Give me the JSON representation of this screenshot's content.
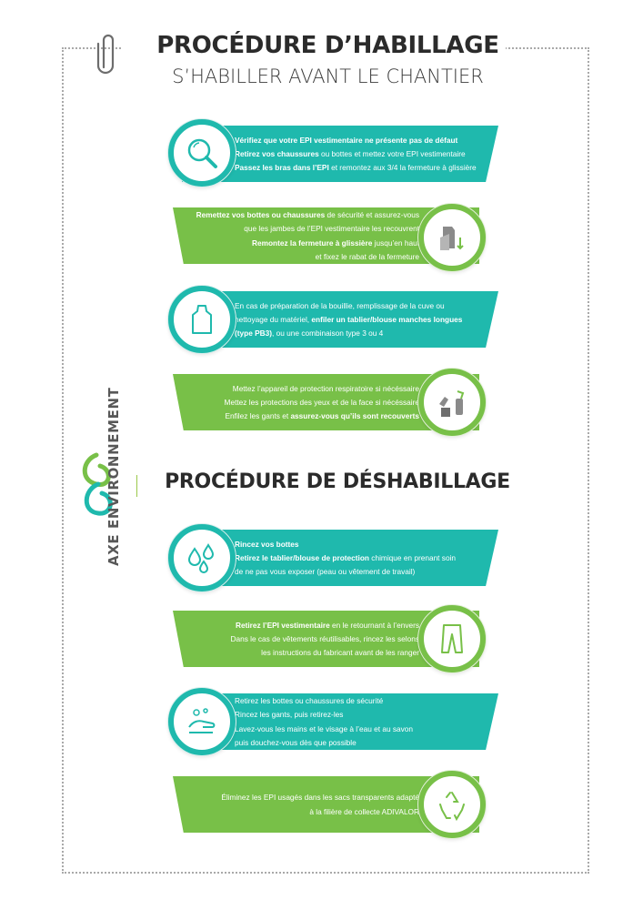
{
  "header": {
    "title": "PROCÉDURE D’HABILLAGE",
    "subtitle": "S’HABILLER AVANT LE CHANTIER"
  },
  "section2": {
    "title": "PROCÉDURE DE DÉSHABILLAGE"
  },
  "brand": {
    "name": "AXE ENVIRONNEMENT"
  },
  "colors": {
    "teal": "#1fb9ad",
    "green": "#78c048",
    "text": "#2b2b2b"
  },
  "steps": [
    {
      "icon": "magnifier-icon",
      "lines": [
        [
          {
            "t": "Vérifiez que votre EPI vestimentaire ne présente pas de défaut",
            "b": true
          }
        ],
        [
          {
            "t": "Retirez vos chaussures",
            "b": true
          },
          {
            "t": " ou bottes et mettez votre EPI vestimentaire",
            "b": false
          }
        ],
        [
          {
            "t": "Passez les bras dans l’EPI",
            "b": true
          },
          {
            "t": "  et remontez aux 3/4 la fermeture à glissière",
            "b": false
          }
        ]
      ]
    },
    {
      "icon": "zipper-suit-icon",
      "lines": [
        [
          {
            "t": "Remettez vos bottes ou chaussures",
            "b": true
          },
          {
            "t": " de sécurité et assurez-vous",
            "b": false
          }
        ],
        [
          {
            "t": "que les jambes de l’EPI vestimentaire les recouvrent",
            "b": false
          }
        ],
        [
          {
            "t": "Remontez la fermeture à glissière",
            "b": true
          },
          {
            "t": " jusqu’en haut",
            "b": false
          }
        ],
        [
          {
            "t": "et fixez le rabat de la fermeture",
            "b": false
          }
        ]
      ]
    },
    {
      "icon": "apron-icon",
      "lines": [
        [
          {
            "t": "En cas de préparation de la bouillie, remplissage de la cuve ou",
            "b": false
          }
        ],
        [
          {
            "t": "nettoyage du matériel, ",
            "b": false
          },
          {
            "t": "enfiler un tablier/blouse manches longues",
            "b": true
          }
        ],
        [
          {
            "t": "(type PB3)",
            "b": true
          },
          {
            "t": ", ou une combinaison type 3 ou 4",
            "b": false
          }
        ]
      ]
    },
    {
      "icon": "gloves-spray-icon",
      "lines": [
        [
          {
            "t": "Mettez l’appareil de protection respiratoire si nécéssaire",
            "b": false
          }
        ],
        [
          {
            "t": "Mettez les protections des yeux et de la face si nécéssaire",
            "b": false
          }
        ],
        [
          {
            "t": "Enfilez les gants et ",
            "b": false
          },
          {
            "t": "assurez-vous qu’ils sont recouverts",
            "b": true
          }
        ]
      ]
    },
    {
      "icon": "water-drops-icon",
      "lines": [
        [
          {
            "t": "Rincez vos bottes",
            "b": true
          }
        ],
        [
          {
            "t": "Retirez le tablier/blouse de protection",
            "b": true
          },
          {
            "t": " chimique en prenant soin",
            "b": false
          }
        ],
        [
          {
            "t": "de ne pas vous exposer (peau ou vêtement de travail)",
            "b": false
          }
        ]
      ]
    },
    {
      "icon": "trousers-icon",
      "lines": [
        [
          {
            "t": "Retirez l’EPI vestimentaire",
            "b": true
          },
          {
            "t": " en le retournant à l’envers",
            "b": false
          }
        ],
        [
          {
            "t": "Dans le cas de vêtements réutilisables, rincez les selons",
            "b": false
          }
        ],
        [
          {
            "t": "les instructions du fabricant avant de les ranger",
            "b": false
          }
        ]
      ]
    },
    {
      "icon": "hand-washing-icon",
      "lines": [
        [
          {
            "t": "Retirez les bottes ou chaussures de sécurité",
            "b": false
          }
        ],
        [
          {
            "t": "Rincez les gants, puis retirez-les",
            "b": false
          }
        ],
        [
          {
            "t": "Lavez-vous les mains et le visage à l’eau et au savon",
            "b": false
          }
        ],
        [
          {
            "t": "puis douchez-vous dès que possible",
            "b": false
          }
        ]
      ]
    },
    {
      "icon": "recycle-icon",
      "lines": [
        [
          {
            "t": "Éliminez les EPI usagés dans les sacs transparents adapté",
            "b": false
          }
        ],
        [
          {
            "t": "à la filière de collecte ADIVALOR",
            "b": false
          }
        ]
      ]
    }
  ]
}
